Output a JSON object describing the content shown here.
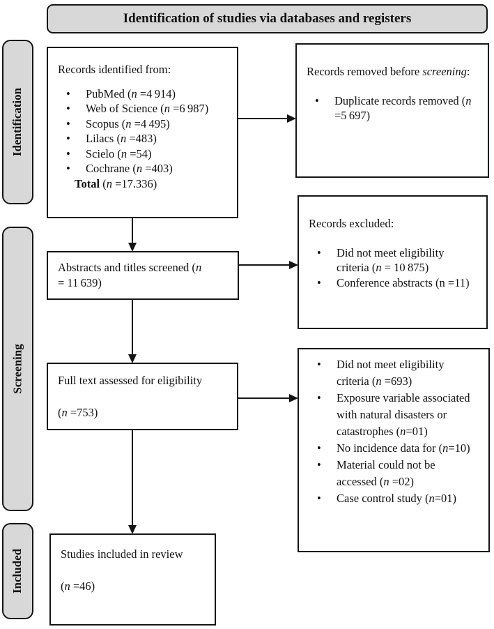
{
  "colors": {
    "gray": "#d8d8d8",
    "border": "#151515",
    "bg": "#ffffff",
    "text": "#111111"
  },
  "glyphs": {
    "bullet": "•"
  },
  "header": {
    "title": "Identification of studies via databases and registers"
  },
  "sidebar": {
    "identification": "Identification",
    "screening": "Screening",
    "included": "Included"
  },
  "boxes": {
    "records_identified": {
      "heading": [
        {
          "t": "Records identified from:"
        }
      ],
      "bullets": [
        [
          {
            "t": "PubMed ("
          },
          {
            "t": "n",
            "i": true
          },
          {
            "t": " =4 914)"
          }
        ],
        [
          {
            "t": "Web of Science ("
          },
          {
            "t": "n",
            "i": true
          },
          {
            "t": " =6 987)"
          }
        ],
        [
          {
            "t": "Scopus ("
          },
          {
            "t": "n",
            "i": true
          },
          {
            "t": " =4 495)"
          }
        ],
        [
          {
            "t": "Lilacs ("
          },
          {
            "t": "n",
            "i": true
          },
          {
            "t": " =483)"
          }
        ],
        [
          {
            "t": "Scielo ("
          },
          {
            "t": "n",
            "i": true
          },
          {
            "t": " =54)"
          }
        ],
        [
          {
            "t": "Cochrane ("
          },
          {
            "t": "n",
            "i": true
          },
          {
            "t": " =403)"
          }
        ]
      ],
      "total": [
        {
          "t": "Total",
          "b": true
        },
        {
          "t": " ("
        },
        {
          "t": "n",
          "i": true
        },
        {
          "t": " =17.336)"
        }
      ]
    },
    "records_removed": {
      "heading": [
        {
          "t": "Records removed before "
        },
        {
          "t": "screening",
          "i": true
        },
        {
          "t": ":"
        }
      ],
      "bullets": [
        [
          {
            "t": "Duplicate records removed ("
          },
          {
            "t": "n",
            "i": true
          },
          {
            "t": " =5 697)"
          }
        ]
      ]
    },
    "abstracts_screened": {
      "lines": [
        [
          {
            "t": "Abstracts and titles screened ("
          },
          {
            "t": "n",
            "i": true
          }
        ],
        [
          {
            "t": "= 11 639)"
          }
        ]
      ]
    },
    "records_excluded": {
      "heading": [
        {
          "t": "Records excluded:"
        }
      ],
      "bullets": [
        [
          {
            "t": "Did not meet eligibility criteria ("
          },
          {
            "t": "n",
            "i": true
          },
          {
            "t": " = 10 875)"
          }
        ],
        [
          {
            "t": "Conference abstracts (n =11)"
          }
        ]
      ]
    },
    "full_text": {
      "lines": [
        [
          {
            "t": "Full text assessed for eligibility"
          }
        ],
        [
          {
            "t": "("
          },
          {
            "t": "n",
            "i": true
          },
          {
            "t": " =753)"
          }
        ]
      ]
    },
    "full_text_excluded": {
      "bullets": [
        [
          {
            "t": "Did not meet eligibility criteria ("
          },
          {
            "t": "n",
            "i": true
          },
          {
            "t": " =693)"
          }
        ],
        [
          {
            "t": "Exposure variable associated with natural disasters or catastrophes ("
          },
          {
            "t": "n",
            "i": true
          },
          {
            "t": "=01)"
          }
        ],
        [
          {
            "t": "No incidence data for ("
          },
          {
            "t": "n",
            "i": true
          },
          {
            "t": "=10)"
          }
        ],
        [
          {
            "t": "Material could not be accessed ("
          },
          {
            "t": "n",
            "i": true
          },
          {
            "t": " =02)"
          }
        ],
        [
          {
            "t": "Case control study ("
          },
          {
            "t": "n",
            "i": true
          },
          {
            "t": "=01)"
          }
        ]
      ]
    },
    "studies_included": {
      "lines": [
        [
          {
            "t": "Studies included in review"
          }
        ],
        [
          {
            "t": "("
          },
          {
            "t": "n",
            "i": true
          },
          {
            "t": " =46)"
          }
        ]
      ]
    }
  }
}
